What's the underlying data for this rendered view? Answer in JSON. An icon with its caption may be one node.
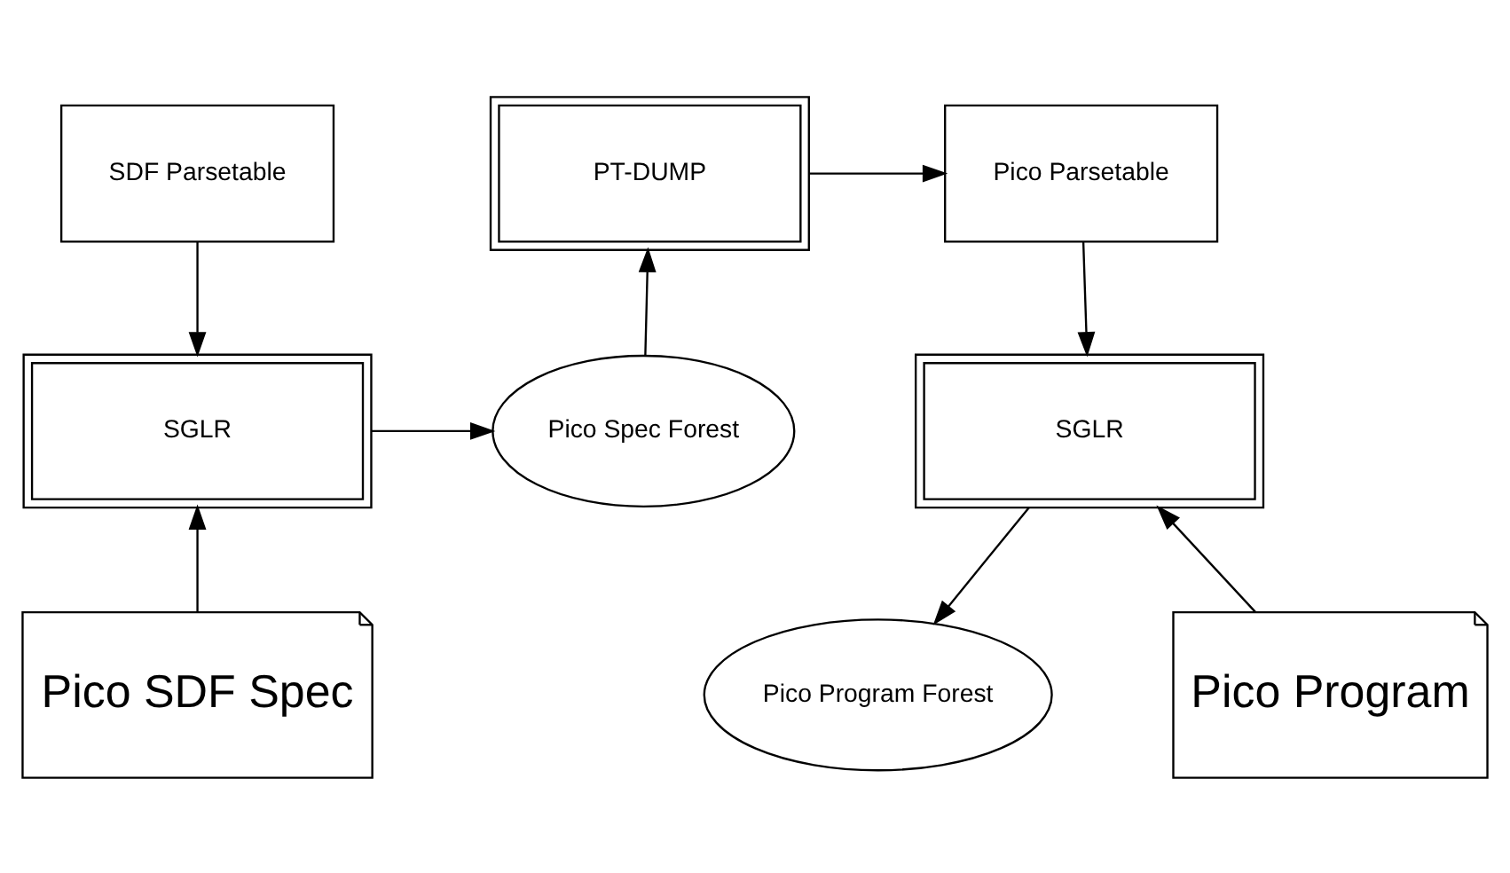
{
  "diagram": {
    "nodes": [
      {
        "text": [
          "SDF Parsetable"
        ]
      },
      {
        "text": [
          "PT-DUMP"
        ]
      },
      {
        "text": [
          "Pico Parsetable"
        ]
      },
      {
        "text": [
          "SGLR"
        ]
      },
      {
        "text": [
          "Pico Spec Forest"
        ]
      },
      {
        "text": [
          "SGLR"
        ]
      },
      {
        "text": [
          "Pico SDF Spec"
        ]
      },
      {
        "text": [
          "Pico Program Forest"
        ]
      },
      {
        "text": [
          "Pico Program"
        ]
      }
    ],
    "edges": [
      {
        "from": 0,
        "to": 3,
        "arrow": "to"
      },
      {
        "from": 3,
        "to": 4,
        "arrow": "to"
      },
      {
        "from": 4,
        "to": 1,
        "arrow": "to"
      },
      {
        "from": 1,
        "to": 2,
        "arrow": "to"
      },
      {
        "from": 2,
        "to": 5,
        "arrow": "to"
      },
      {
        "from": 5,
        "to": 7,
        "arrow": "to"
      },
      {
        "from": 6,
        "to": 3,
        "arrow": "to"
      },
      {
        "from": 8,
        "to": 5,
        "arrow": "to"
      }
    ]
  }
}
